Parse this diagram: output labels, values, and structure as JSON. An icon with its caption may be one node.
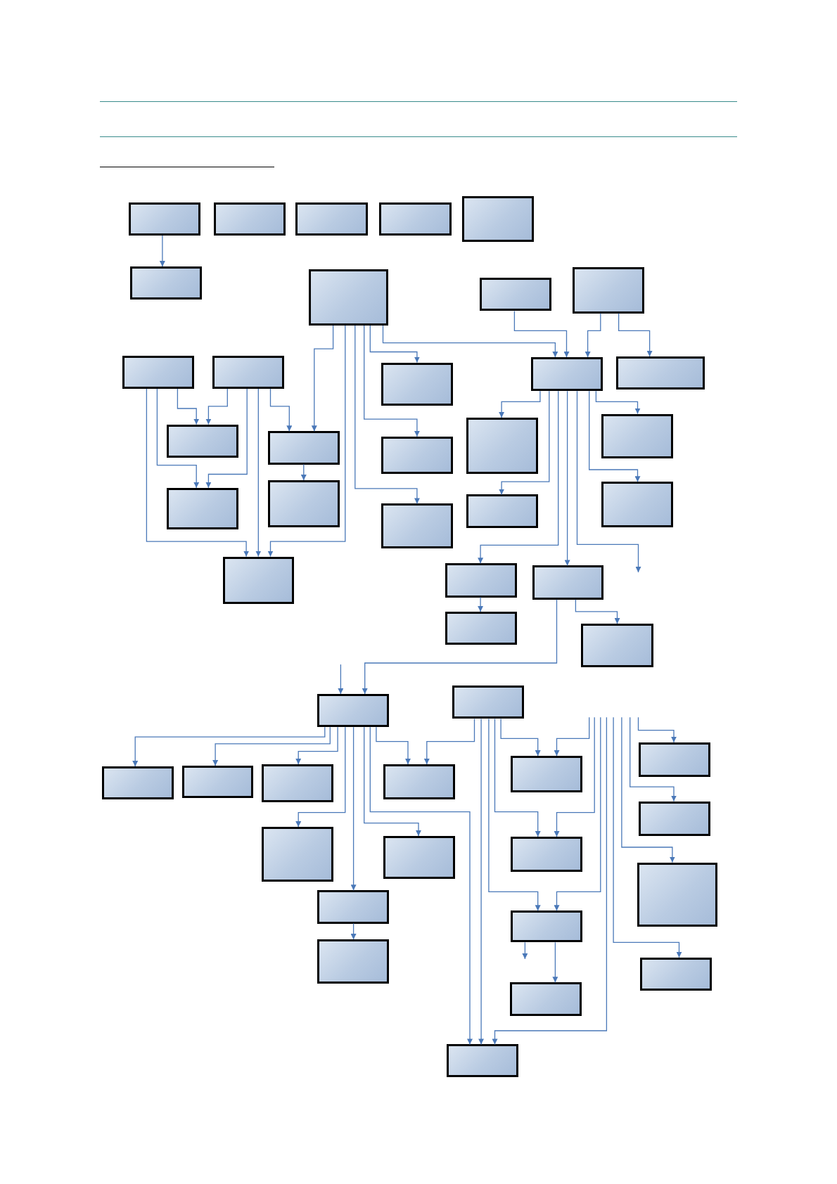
{
  "diagram": {
    "nodes": [
      {
        "text": [],
        "shape": "box"
      },
      {
        "text": [],
        "shape": "box"
      },
      {
        "text": [],
        "shape": "box"
      },
      {
        "text": [],
        "shape": "box"
      },
      {
        "text": [],
        "shape": "box"
      },
      {
        "text": [],
        "shape": "box"
      },
      {
        "text": [],
        "shape": "box"
      },
      {
        "text": [],
        "shape": "box"
      },
      {
        "text": [],
        "shape": "box"
      },
      {
        "text": [],
        "shape": "box"
      },
      {
        "text": [],
        "shape": "box"
      },
      {
        "text": [],
        "shape": "box"
      },
      {
        "text": [],
        "shape": "box"
      },
      {
        "text": [],
        "shape": "box"
      },
      {
        "text": [],
        "shape": "box"
      },
      {
        "text": [],
        "shape": "box"
      },
      {
        "text": [],
        "shape": "box"
      },
      {
        "text": [],
        "shape": "box"
      },
      {
        "text": [],
        "shape": "box"
      },
      {
        "text": [],
        "shape": "box"
      },
      {
        "text": [],
        "shape": "box"
      },
      {
        "text": [],
        "shape": "box"
      },
      {
        "text": [],
        "shape": "box"
      },
      {
        "text": [],
        "shape": "box"
      },
      {
        "text": [],
        "shape": "box"
      },
      {
        "text": [],
        "shape": "box"
      },
      {
        "text": [],
        "shape": "box"
      },
      {
        "text": [],
        "shape": "box"
      },
      {
        "text": [],
        "shape": "box"
      },
      {
        "text": [],
        "shape": "box"
      },
      {
        "text": [],
        "shape": "box"
      },
      {
        "text": [],
        "shape": "box"
      },
      {
        "text": [],
        "shape": "box"
      },
      {
        "text": [],
        "shape": "box"
      },
      {
        "text": [],
        "shape": "box"
      },
      {
        "text": [],
        "shape": "box"
      },
      {
        "text": [],
        "shape": "box"
      },
      {
        "text": [],
        "shape": "box"
      },
      {
        "text": [],
        "shape": "box"
      },
      {
        "text": [],
        "shape": "box"
      },
      {
        "text": [],
        "shape": "box"
      },
      {
        "text": [],
        "shape": "box"
      },
      {
        "text": [],
        "shape": "box"
      },
      {
        "text": [],
        "shape": "box"
      },
      {
        "text": [],
        "shape": "box"
      },
      {
        "text": [],
        "shape": "box"
      },
      {
        "text": [],
        "shape": "box"
      },
      {
        "text": [],
        "shape": "box"
      }
    ],
    "edges": [
      {
        "from": 0,
        "to": 5,
        "arrow": "to"
      },
      {
        "from": 6,
        "to": 15,
        "arrow": "to"
      },
      {
        "from": 6,
        "to": 24,
        "arrow": "to"
      },
      {
        "from": 6,
        "to": 22,
        "arrow": "to"
      },
      {
        "from": 6,
        "to": 16,
        "arrow": "to"
      },
      {
        "from": 6,
        "to": 11,
        "arrow": "to"
      },
      {
        "from": 6,
        "to": 12,
        "arrow": "to"
      },
      {
        "from": 7,
        "to": 12,
        "arrow": "to"
      },
      {
        "from": 8,
        "to": 12,
        "arrow": "to"
      },
      {
        "from": 8,
        "to": 13,
        "arrow": "to"
      },
      {
        "from": 9,
        "to": 14,
        "arrow": "to"
      },
      {
        "from": 9,
        "to": 19,
        "arrow": "to"
      },
      {
        "from": 9,
        "to": 24,
        "arrow": "to"
      },
      {
        "from": 10,
        "to": 14,
        "arrow": "to"
      },
      {
        "from": 10,
        "to": 19,
        "arrow": "to"
      },
      {
        "from": 10,
        "to": 24,
        "arrow": "to"
      },
      {
        "from": 10,
        "to": 15,
        "arrow": "to"
      },
      {
        "from": 15,
        "to": 20,
        "arrow": "to"
      },
      {
        "from": 12,
        "to": 17,
        "arrow": "to"
      },
      {
        "from": 12,
        "to": 21,
        "arrow": "to"
      },
      {
        "from": 12,
        "to": 25,
        "arrow": "to"
      },
      {
        "from": 12,
        "to": 26,
        "arrow": "to"
      },
      {
        "from": 12,
        "to": null,
        "arrow": "to"
      },
      {
        "from": 12,
        "to": 23,
        "arrow": "to"
      },
      {
        "from": 12,
        "to": 18,
        "arrow": "to"
      },
      {
        "from": 25,
        "to": 27,
        "arrow": "to"
      },
      {
        "from": 26,
        "to": 28,
        "arrow": "to"
      },
      {
        "from": 26,
        "to": 29,
        "arrow": "to"
      },
      {
        "from": null,
        "to": 29,
        "arrow": "to"
      },
      {
        "from": 29,
        "to": 31,
        "arrow": "to"
      },
      {
        "from": 29,
        "to": 32,
        "arrow": "to"
      },
      {
        "from": 29,
        "to": 33,
        "arrow": "to"
      },
      {
        "from": 29,
        "to": 38,
        "arrow": "to"
      },
      {
        "from": 29,
        "to": 42,
        "arrow": "to"
      },
      {
        "from": 29,
        "to": 39,
        "arrow": "to"
      },
      {
        "from": 29,
        "to": 47,
        "arrow": "to"
      },
      {
        "from": 29,
        "to": 34,
        "arrow": "to"
      },
      {
        "from": 30,
        "to": 34,
        "arrow": "to"
      },
      {
        "from": 30,
        "to": 47,
        "arrow": "to"
      },
      {
        "from": 30,
        "to": 43,
        "arrow": "to"
      },
      {
        "from": 30,
        "to": 40,
        "arrow": "to"
      },
      {
        "from": 30,
        "to": 35,
        "arrow": "to"
      },
      {
        "from": null,
        "to": 35,
        "arrow": "to"
      },
      {
        "from": null,
        "to": 40,
        "arrow": "to"
      },
      {
        "from": null,
        "to": 43,
        "arrow": "to"
      },
      {
        "from": null,
        "to": 47,
        "arrow": "to"
      },
      {
        "from": null,
        "to": 44,
        "arrow": "to"
      },
      {
        "from": null,
        "to": 41,
        "arrow": "to"
      },
      {
        "from": null,
        "to": 37,
        "arrow": "to"
      },
      {
        "from": null,
        "to": 36,
        "arrow": "to"
      },
      {
        "from": 43,
        "to": null,
        "arrow": "to"
      },
      {
        "from": 43,
        "to": 46,
        "arrow": "to"
      },
      {
        "from": 42,
        "to": 45,
        "arrow": "to"
      }
    ]
  }
}
